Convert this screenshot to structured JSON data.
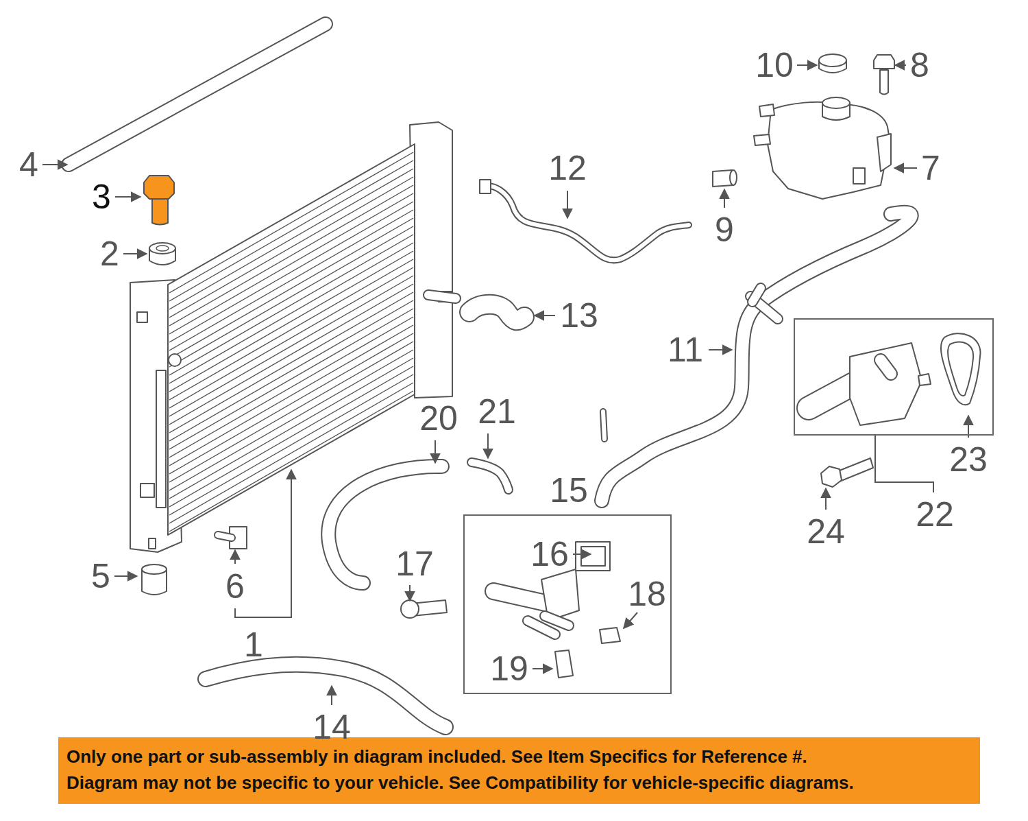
{
  "diagram": {
    "nodes": [
      {
        "text": [
          "15"
        ]
      },
      {
        "text": [
          "22"
        ]
      }
    ],
    "labels": [
      "10",
      "8",
      "4",
      "12",
      "7",
      "3",
      "9",
      "2",
      "13",
      "11",
      "21",
      "20",
      "23",
      "24",
      "16",
      "17",
      "5",
      "6",
      "18",
      "1",
      "19",
      "14",
      "Only one part or sub-assembly in diagram included. See Item Specifics for Reference #.",
      "Diagram may not be specific to your vehicle. See Compatibility for vehicle-specific diagrams."
    ]
  }
}
